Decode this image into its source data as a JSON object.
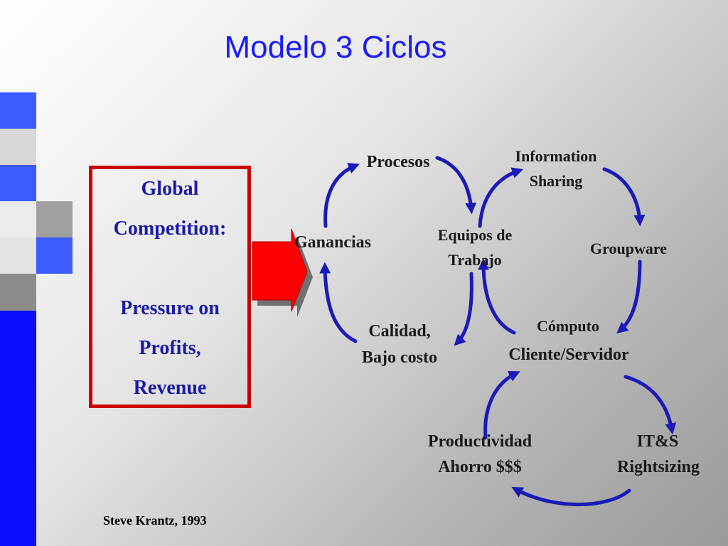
{
  "title": "Modelo 3 Ciclos",
  "box": {
    "line1": "Global",
    "line2": "Competition:",
    "line3": "Pressure on",
    "line4": "Profits,",
    "line5": "Revenue"
  },
  "nodes": {
    "procesos": "Procesos",
    "ganancias": "Ganancias",
    "calidad_1": "Calidad,",
    "calidad_2": "Bajo costo",
    "equipos_1": "Equipos de",
    "equipos_2": "Trabajo",
    "info_1": "Information",
    "info_2": "Sharing",
    "groupware": "Groupware",
    "computo_1": "Cómputo",
    "computo_2": "Cliente/Servidor",
    "productividad_1": "Productividad",
    "productividad_2": "Ahorro $$$",
    "its_1": "IT&S",
    "its_2": "Rightsizing"
  },
  "credit": "Steve Krantz, 1993",
  "colors": {
    "title": "#1a1aff",
    "box_border": "#cc0000",
    "box_text": "#1a1aa8",
    "cycle_arrow": "#1a1ab8",
    "block_arrow": "#ff0000",
    "squares_blue": "#3b5bff",
    "squares_gray": "#a0a0a0"
  }
}
